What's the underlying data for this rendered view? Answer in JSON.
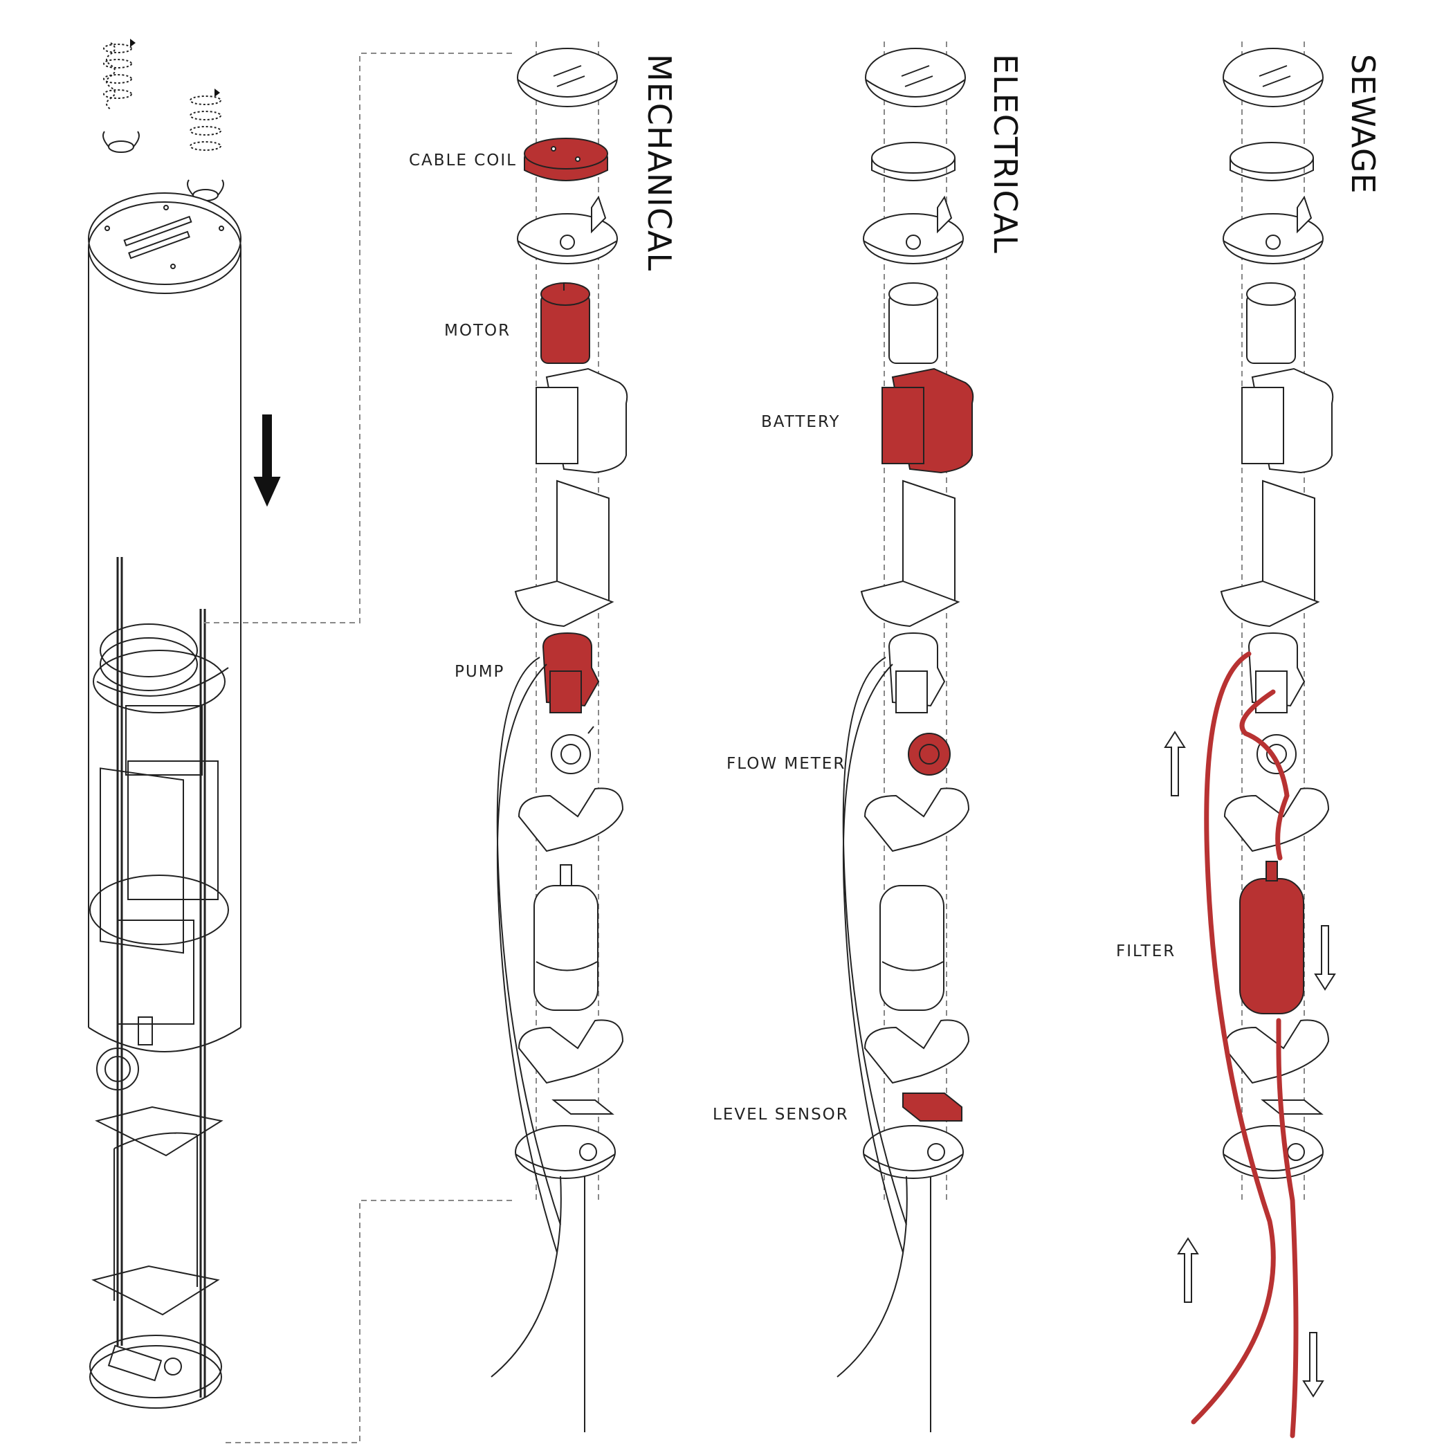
{
  "columns": [
    {
      "id": "mechanical",
      "title": "MECHANICAL"
    },
    {
      "id": "electrical",
      "title": "ELECTRICAL"
    },
    {
      "id": "sewage",
      "title": "SEWAGE"
    }
  ],
  "labels": {
    "mechanical": [
      "CABLE COIL",
      "MOTOR",
      "PUMP"
    ],
    "electrical": [
      "BATTERY",
      "FLOW METER",
      "LEVEL SENSOR"
    ],
    "sewage": [
      "FILTER"
    ]
  },
  "colors": {
    "highlight": "#b83232",
    "line": "#222222",
    "dashed": "#888888"
  },
  "highlighted": {
    "mechanical": [
      "cable-coil",
      "motor",
      "pump"
    ],
    "electrical": [
      "battery",
      "flow-meter",
      "level-sensor"
    ],
    "sewage": [
      "tube",
      "filter"
    ]
  }
}
